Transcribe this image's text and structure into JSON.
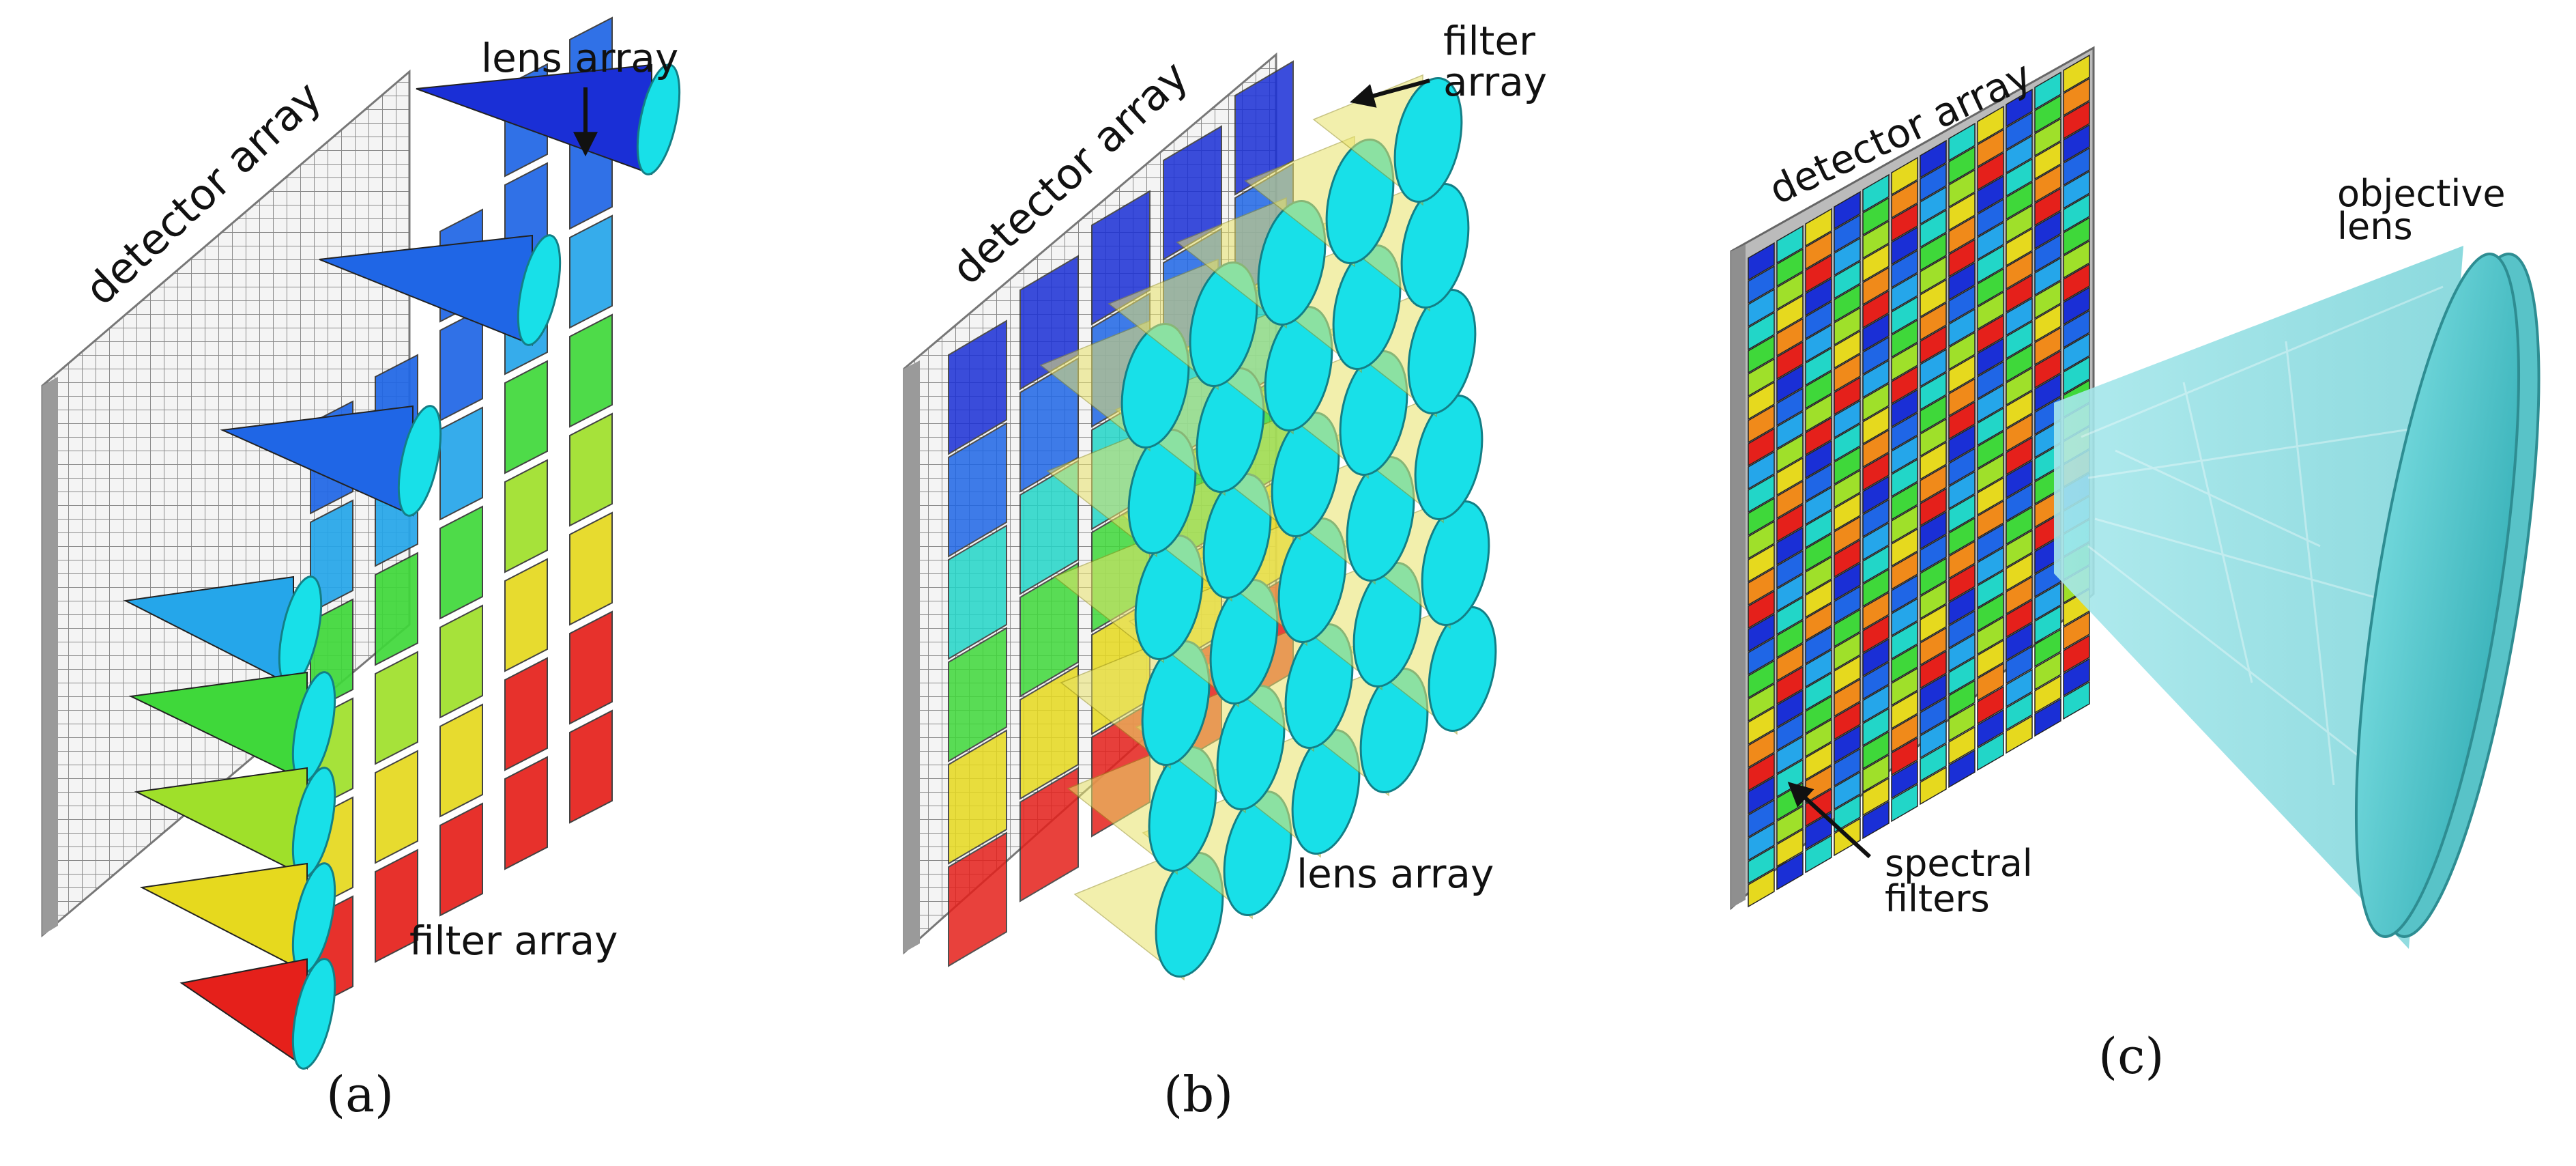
{
  "panels": [
    {
      "id": "a",
      "caption": "(a)",
      "labels": {
        "detector": "detector array",
        "lens": "lens array",
        "filter": "filter array"
      }
    },
    {
      "id": "b",
      "caption": "(b)",
      "labels": {
        "detector": "detector array",
        "filter_line1": "filter",
        "filter_line2": "array",
        "lens": "lens array"
      }
    },
    {
      "id": "c",
      "caption": "(c)",
      "labels": {
        "detector": "detector array",
        "objective_line1": "objective",
        "objective_line2": "lens",
        "spectral_line1": "spectral",
        "spectral_line2": "filters"
      }
    }
  ],
  "colors": {
    "row_palette": [
      "#1a2fd6",
      "#1f66e6",
      "#25a6ea",
      "#22d6c8",
      "#3fd83a",
      "#9fe02a",
      "#e6d91e",
      "#f08a1a",
      "#e5201b"
    ],
    "lens_cyan": "#18e0e8",
    "cone_yellow": "#e9e36a",
    "objective_teal": "#4fc7cc"
  }
}
